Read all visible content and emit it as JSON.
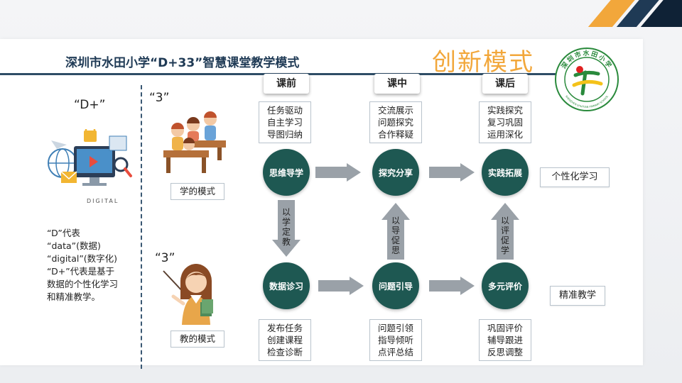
{
  "title": "深圳市水田小学“D+33”智慧课堂教学模式",
  "title_tag": "创新模式",
  "logo": {
    "ring_text": "深圳市水田小学",
    "ring_text_en": "SHENZHEN SHUITIAN PRIMARY SCHOOL",
    "colors": [
      "#2a8a3c",
      "#e02020",
      "#f4c21a"
    ]
  },
  "left": {
    "dplus_label": "“D+”",
    "digital_caption": "DIGITAL",
    "desc_lines": [
      "“D”代表",
      "“data”(数据)",
      "“digital”(数字化)",
      "“D+”代表是基于",
      "数据的个性化学习",
      "和精准教学。"
    ]
  },
  "modes": {
    "learn": {
      "three": "“3”",
      "label": "学的模式"
    },
    "teach": {
      "three": "“3”",
      "label": "教的模式"
    }
  },
  "phases": [
    "课前",
    "课中",
    "课后"
  ],
  "top_tasks": [
    [
      "任务驱动",
      "自主学习",
      "导图归纳"
    ],
    [
      "交流展示",
      "问题探究",
      "合作释疑"
    ],
    [
      "实践探究",
      "复习巩固",
      "运用深化"
    ]
  ],
  "top_circles": [
    "思维导学",
    "探究分享",
    "实践拓展"
  ],
  "bottom_circles": [
    "数据诊习",
    "问题引导",
    "多元评价"
  ],
  "bottom_tasks": [
    [
      "发布任务",
      "创建课程",
      "检查诊断"
    ],
    [
      "问题引领",
      "指导倾听",
      "点评总结"
    ],
    [
      "巩固评价",
      "辅导跟进",
      "反思调整"
    ]
  ],
  "vertical_labels": [
    "以学定教",
    "以导促思",
    "以评促学"
  ],
  "side_labels": {
    "top": "个性化学习",
    "bottom": "精准教学"
  },
  "colors": {
    "accent_orange": "#f2a73b",
    "navy": "#1f3a55",
    "circle_green": "#1e5852",
    "arrow_gray": "#9aa1a8"
  }
}
